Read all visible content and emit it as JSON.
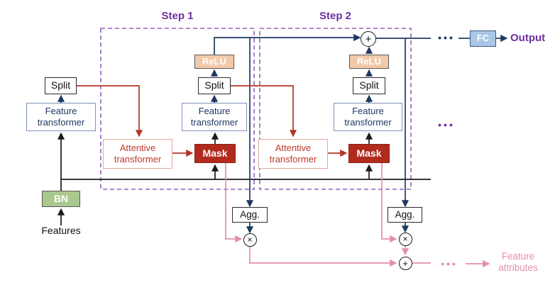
{
  "diagram": {
    "step1_label": "Step 1",
    "step2_label": "Step 2",
    "features_label": "Features",
    "output_label": "Output",
    "feature_attributes_label": "Feature\nattributes",
    "bn_label": "BN",
    "feature_transformer_label": "Feature\ntransformer",
    "split_label": "Split",
    "relu_label": "ReLU",
    "attentive_transformer_label": "Attentive\ntransformer",
    "mask_label": "Mask",
    "agg_label": "Agg.",
    "fc_label": "FC",
    "multiply_symbol": "×",
    "plus_symbol": "+",
    "ellipsis": "•••"
  },
  "colors": {
    "navy_lines": "#1f3864",
    "black_lines": "#1a1a1a",
    "red_lines": "#b23527",
    "attentive_red_text": "#c0392b",
    "pink_lines": "#e38fac",
    "purple_labels": "#7030a0",
    "dashed_step_border": "#9460bd",
    "bn_green_fill": "#a9c88e",
    "relu_peach_fill": "#f2c9a8",
    "mask_red_fill": "#b12a1e",
    "fc_blue_fill": "#a9c7e8",
    "transformer_border": "#7e90b8"
  }
}
